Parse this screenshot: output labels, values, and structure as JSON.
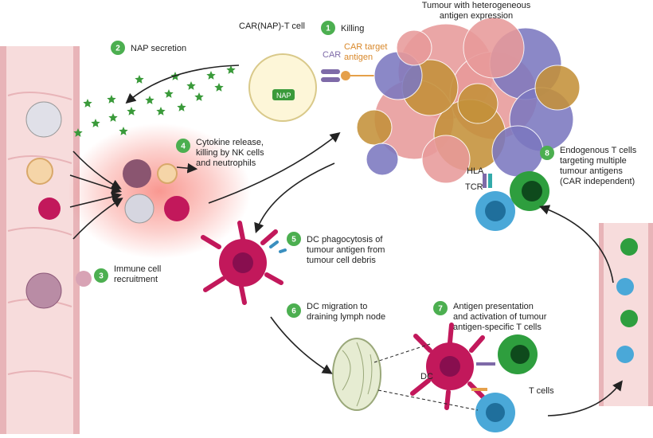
{
  "colors": {
    "step_badge": "#4caf50",
    "vessel_wall": "#e8b4b8",
    "vessel_fill": "#f7dcdc",
    "star": "#3a9a3a",
    "dc": "#c2185b",
    "tcell_green": "#2e9e3e",
    "tcell_blue": "#4aa8d8",
    "tumour_pink": "#e89a9a",
    "tumour_gold": "#c4913a",
    "tumour_purple": "#7c78c0",
    "car_purple": "#7e6aa8",
    "car_orange": "#e5a04a",
    "inflammation": "#f44336"
  },
  "title_tumour": [
    "Tumour with heterogeneous",
    "antigen expression"
  ],
  "car_t_label": "CAR(NAP)-T cell",
  "car_label": "CAR",
  "car_target_label": [
    "CAR target",
    "antigen"
  ],
  "nap_label": "NAP",
  "hla_label": "HLA",
  "tcr_label": "TCR",
  "dc_label": "DC",
  "tcells_label": "T cells",
  "steps": [
    {
      "num": "1",
      "lines": [
        "Killing"
      ]
    },
    {
      "num": "2",
      "lines": [
        "NAP secretion"
      ]
    },
    {
      "num": "3",
      "lines": [
        "Immune cell",
        "recruitment"
      ]
    },
    {
      "num": "4",
      "lines": [
        "Cytokine release,",
        "killing by NK cells",
        "and neutrophils"
      ]
    },
    {
      "num": "5",
      "lines": [
        "DC phagocytosis of",
        "tumour antigen from",
        "tumour cell debris"
      ]
    },
    {
      "num": "6",
      "lines": [
        "DC migration to",
        "draining lymph node"
      ]
    },
    {
      "num": "7",
      "lines": [
        "Antigen presentation",
        "and activation of tumour",
        "antigen-specific T cells"
      ]
    },
    {
      "num": "8",
      "lines": [
        "Endogenous T cells",
        "targeting multiple",
        "tumour antigens",
        "(CAR independent)"
      ]
    }
  ]
}
